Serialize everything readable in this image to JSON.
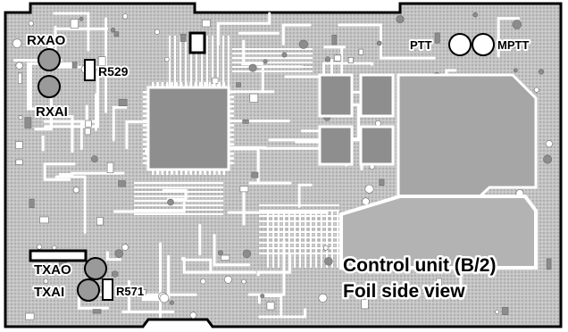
{
  "figure": {
    "caption_line1": "Control unit (B/2)",
    "caption_line2": "Foil side view"
  },
  "labels": {
    "rxao": "RXAO",
    "rxai": "RXAI",
    "r529": "R529",
    "ptt": "PTT",
    "mptt": "MPTT",
    "txao": "TXAO",
    "txai": "TXAI",
    "r571": "R571"
  },
  "colors": {
    "board": "#c9c9c9",
    "copper_trace": "#ffffff",
    "pad": "#9a9a9a",
    "outline": "#000000"
  }
}
